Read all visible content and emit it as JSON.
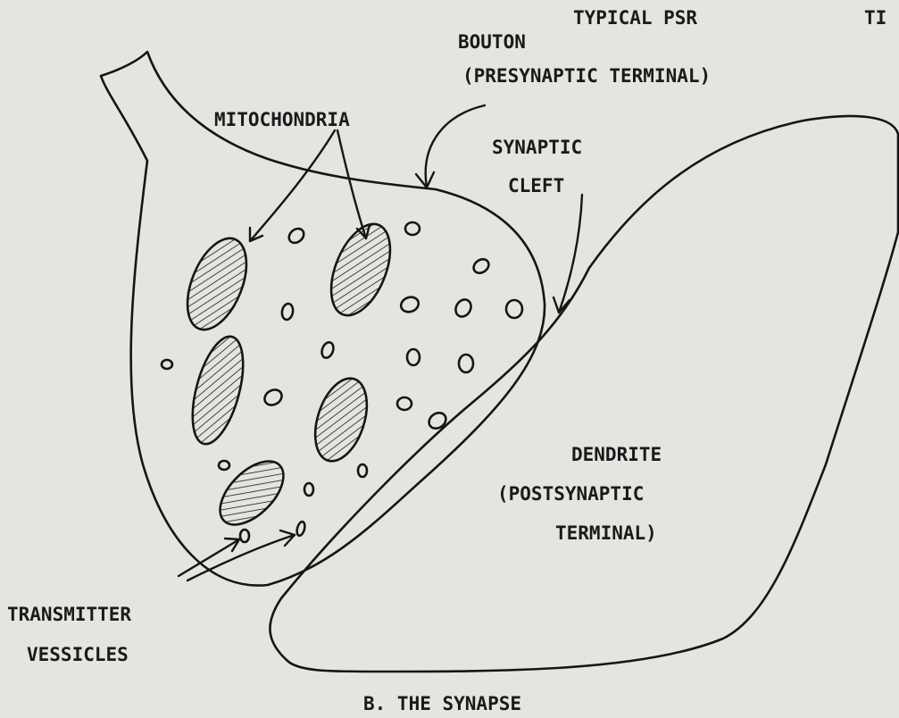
{
  "header": {
    "title": "TYPICAL PSR",
    "edge_text": "TI"
  },
  "labels": {
    "bouton": "BOUTON",
    "bouton_sub": "(PRESYNAPTIC TERMINAL)",
    "mitochondria": "MITOCHONDRIA",
    "synaptic": "SYNAPTIC",
    "cleft": "CLEFT",
    "dendrite": "DENDRITE",
    "dendrite_sub1": "(POSTSYNAPTIC",
    "dendrite_sub2": "TERMINAL)",
    "transmitter": "TRANSMITTER",
    "vesicles": "VESSICLES"
  },
  "caption": "B. THE SYNAPSE",
  "colors": {
    "paper": "#e4e4e0",
    "ink": "#151515"
  }
}
